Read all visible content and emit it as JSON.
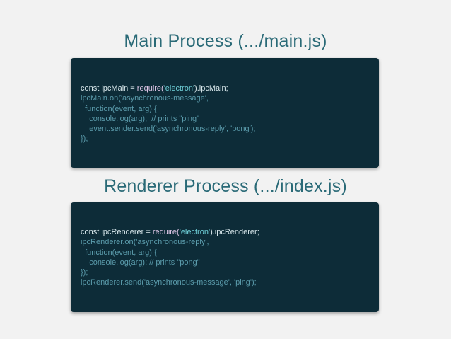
{
  "main": {
    "title": "Main Process (.../main.js)",
    "line1": {
      "a": "const ipcMain = ",
      "b": "require(",
      "c": "'electron'",
      "d": ").ipcMain;"
    },
    "lines": [
      "ipcMain.on('asynchronous-message',",
      "  function(event, arg) {",
      "    console.log(arg);  // prints \"ping\"",
      "    event.sender.send('asynchronous-reply', 'pong');",
      "});"
    ]
  },
  "renderer": {
    "title": "Renderer Process (.../index.js)",
    "line1": {
      "a": "const ipcRenderer = ",
      "b": "require(",
      "c": "'electron'",
      "d": ").ipcRenderer;"
    },
    "lines": [
      "ipcRenderer.on('asynchronous-reply',",
      "  function(event, arg) {",
      "    console.log(arg); // prints \"pong\"",
      "});",
      "ipcRenderer.send('asynchronous-message', 'ping');"
    ]
  },
  "colors": {
    "background": "#f2f2f2",
    "heading": "#2a6a77",
    "code_background": "#0d2c38",
    "code_text": "#5b9cac",
    "code_highlight": "#d9e8ec"
  }
}
